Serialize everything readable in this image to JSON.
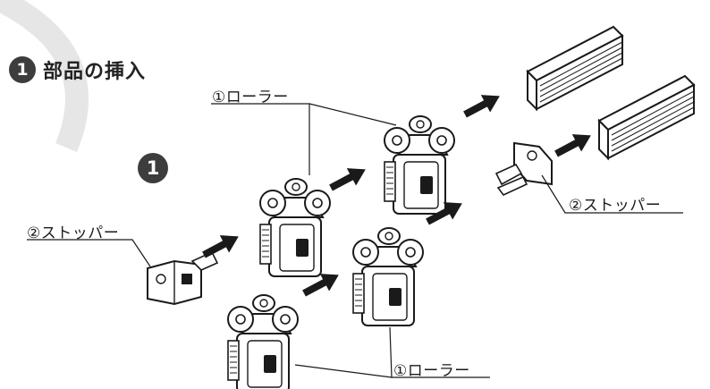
{
  "title": {
    "badge": "1",
    "text": "部品の挿入"
  },
  "step_badge": "1",
  "labels": {
    "roller_top": "①ローラー",
    "roller_bottom": "①ローラー",
    "stopper_left": "②ストッパー",
    "stopper_right": "②ストッパー"
  },
  "colors": {
    "background": "#ffffff",
    "ink": "#1a1a1a",
    "badge": "#3d3d3d",
    "deco_arc": "#e6e6e6"
  }
}
